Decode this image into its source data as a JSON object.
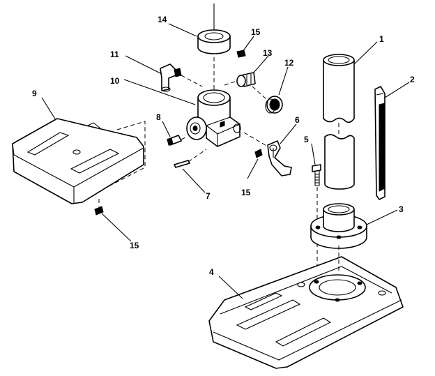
{
  "diagram": {
    "labels": {
      "l1": "1",
      "l2": "2",
      "l3": "3",
      "l4": "4",
      "l5": "5",
      "l6": "6",
      "l7": "7",
      "l8": "8",
      "l9": "9",
      "l10": "10",
      "l11": "11",
      "l12": "12",
      "l13": "13",
      "l14": "14",
      "l15a": "15",
      "l15b": "15",
      "l15c": "15"
    }
  }
}
